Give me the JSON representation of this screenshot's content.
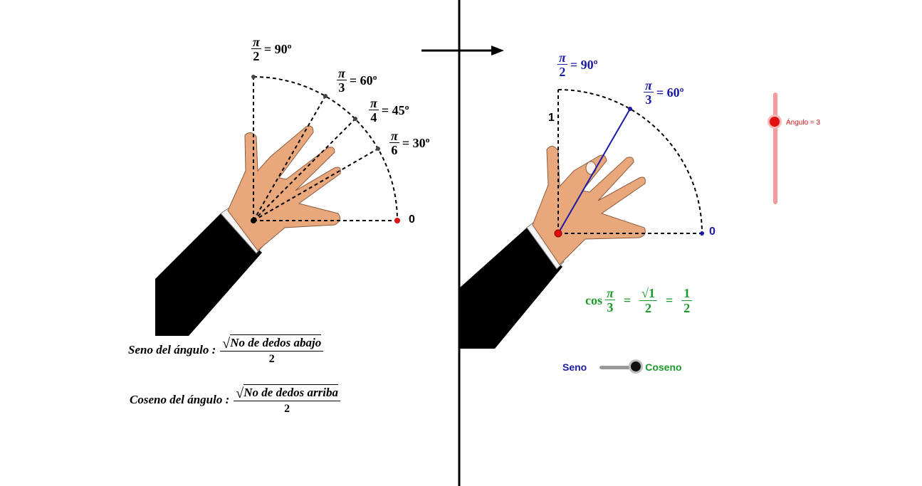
{
  "left_diagram": {
    "angles": [
      {
        "frac_num": "π",
        "frac_den": "2",
        "degrees": "= 90º"
      },
      {
        "frac_num": "π",
        "frac_den": "3",
        "degrees": "= 60º"
      },
      {
        "frac_num": "π",
        "frac_den": "4",
        "degrees": "= 45º"
      },
      {
        "frac_num": "π",
        "frac_den": "6",
        "degrees": "= 30º"
      }
    ],
    "zero_label": "0"
  },
  "formulas": {
    "sine": {
      "label": "Seno del ángulo :",
      "sqrt_sym": "√",
      "radicand": "No de dedos abajo",
      "denominator": "2"
    },
    "cosine": {
      "label": "Coseno del ángulo :",
      "sqrt_sym": "√",
      "radicand": "No de dedos arriba",
      "denominator": "2"
    }
  },
  "right_diagram": {
    "label_90": {
      "frac_num": "π",
      "frac_den": "2",
      "degrees": "= 90º"
    },
    "label_60": {
      "frac_num": "π",
      "frac_den": "3",
      "degrees": "= 60º"
    },
    "radius_label": "1",
    "zero_label": "0",
    "result": {
      "fn": "cos",
      "arg_num": "π",
      "arg_den": "3",
      "eq1": "=",
      "sqrt_num": "√1",
      "den1": "2",
      "eq2": "=",
      "num2": "1",
      "den2": "2"
    }
  },
  "toggle": {
    "left_label": "Seno",
    "right_label": "Coseno",
    "state": "Coseno"
  },
  "slider": {
    "label": "Ángulo = 3",
    "value": 3
  },
  "colors": {
    "blue": "#1a1aa6",
    "green": "#1a9a2a",
    "red": "#e01010",
    "skin": "#e8a87c",
    "suit": "#000000"
  }
}
